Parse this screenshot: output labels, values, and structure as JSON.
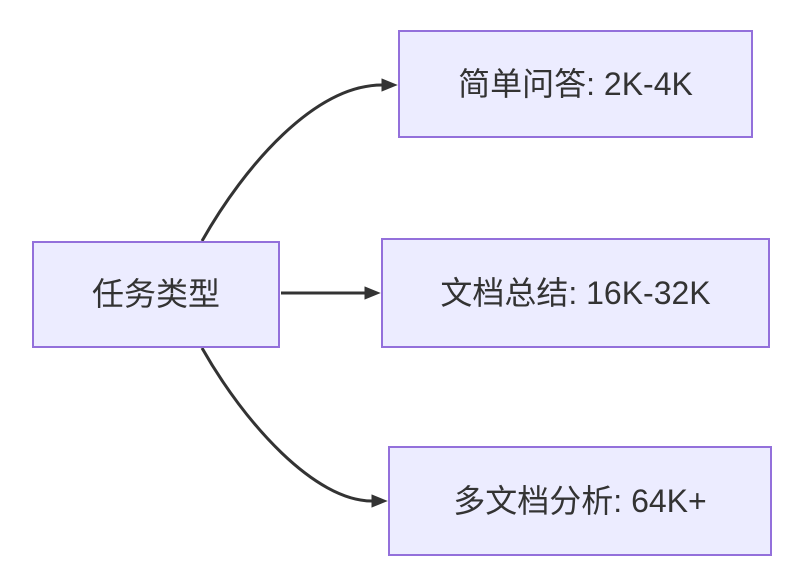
{
  "diagram": {
    "type": "flowchart-lr",
    "root": {
      "label": "任务类型"
    },
    "branches": [
      {
        "label": "简单问答: 2K-4K"
      },
      {
        "label": "文档总结: 16K-32K"
      },
      {
        "label": "多文档分析: 64K+"
      }
    ],
    "edges": [
      {
        "from": "任务类型",
        "to": "简单问答: 2K-4K"
      },
      {
        "from": "任务类型",
        "to": "文档总结: 16K-32K"
      },
      {
        "from": "任务类型",
        "to": "多文档分析: 64K+"
      }
    ],
    "colors": {
      "background": "#FFFFFF",
      "node_fill": "#ECECFF",
      "node_border": "#9370DB",
      "edge": "#333333",
      "text": "#333333"
    }
  }
}
